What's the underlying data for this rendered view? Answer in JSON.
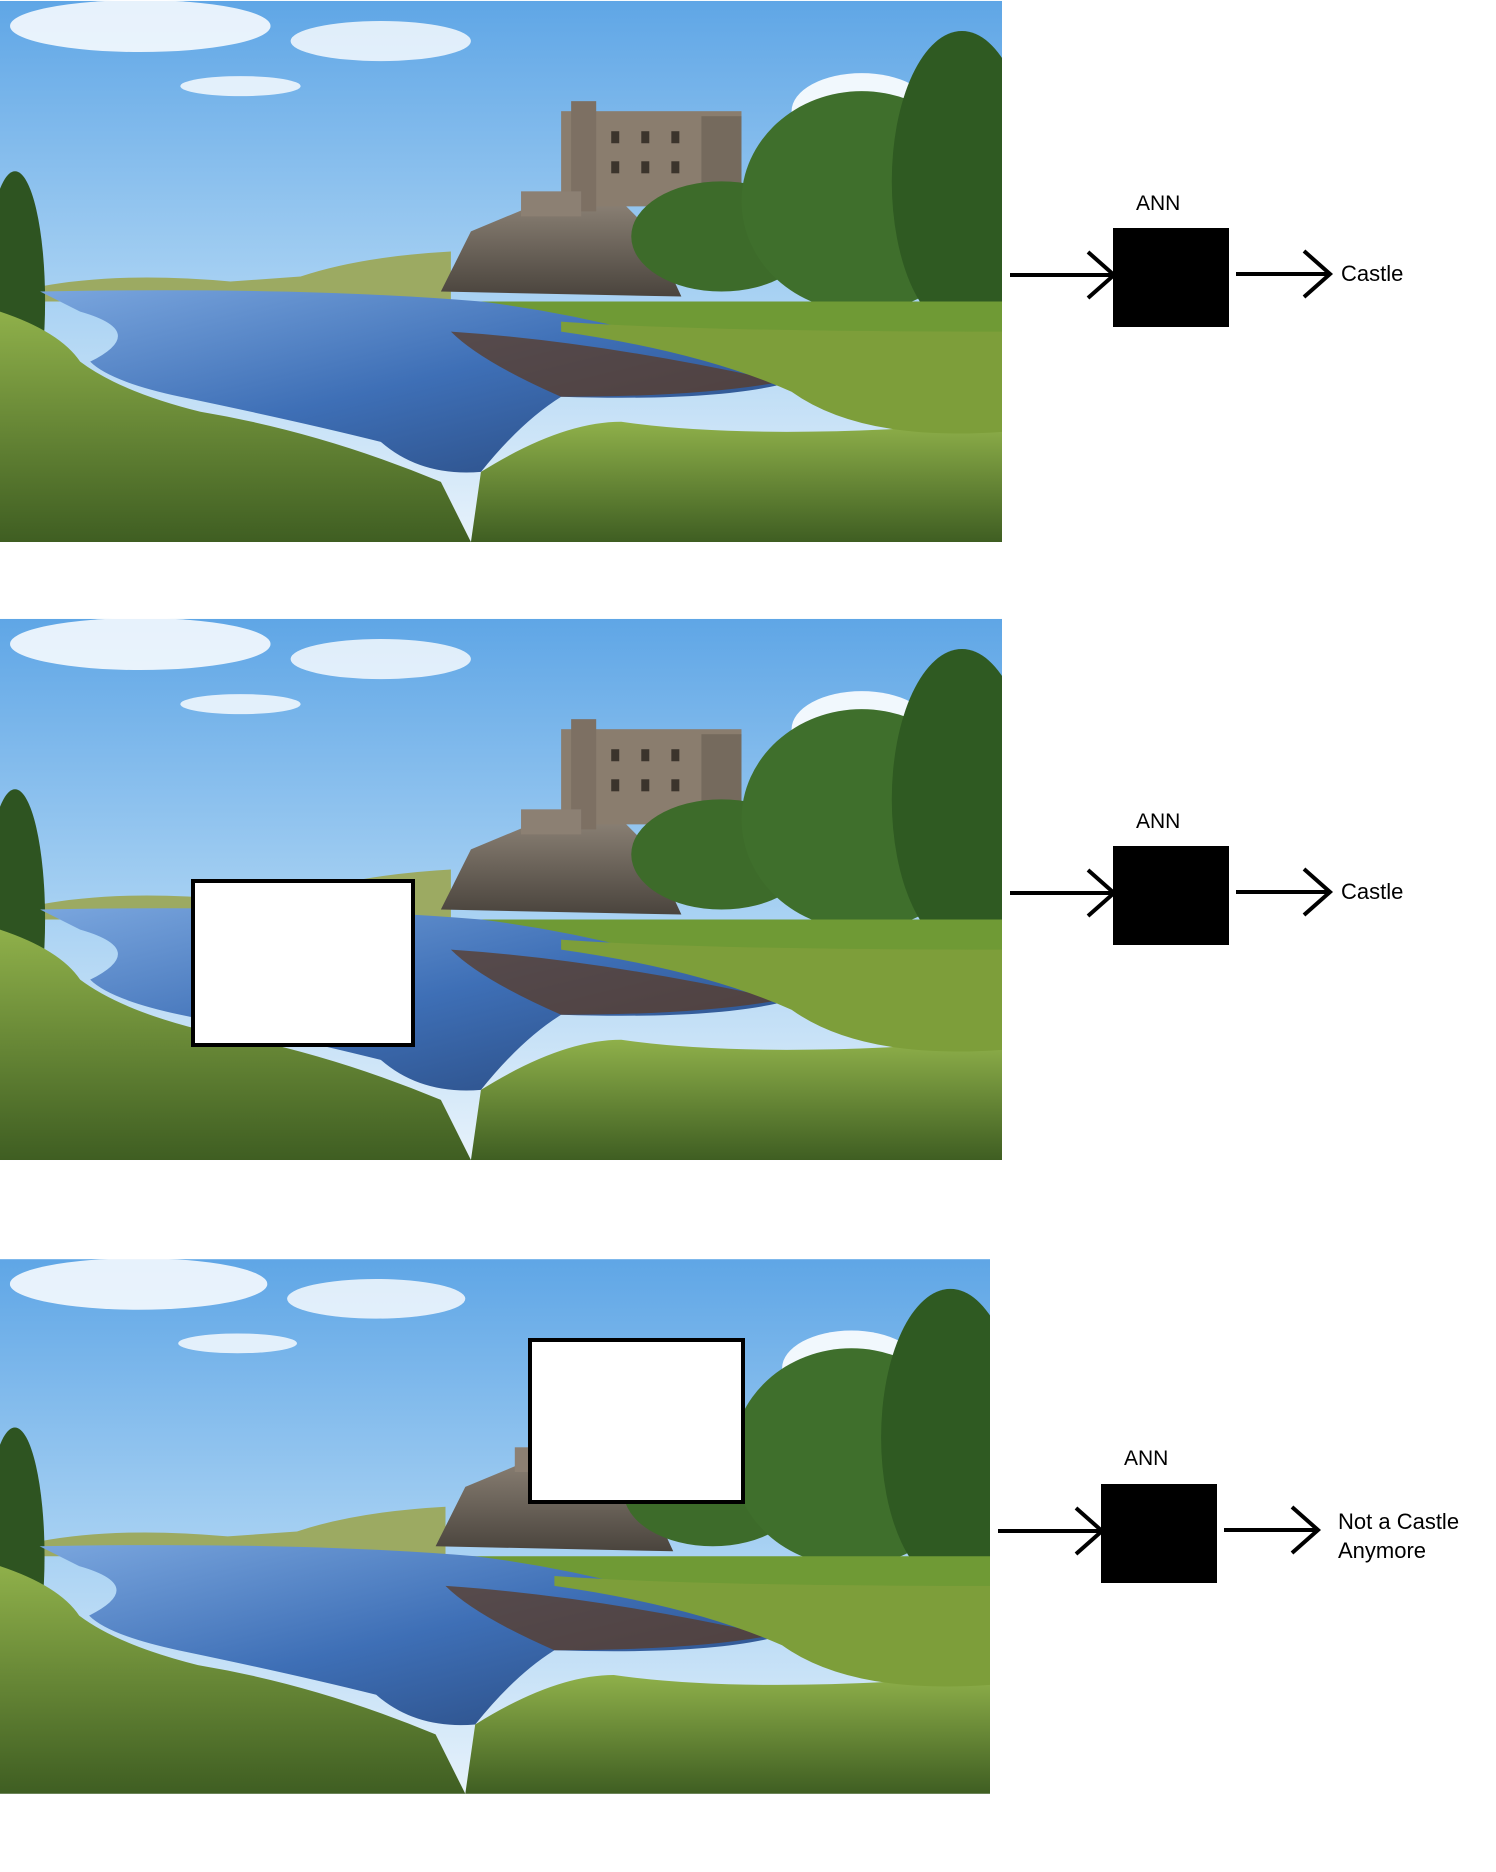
{
  "rows": [
    {
      "model_label": "ANN",
      "output": "Castle",
      "occluder": "none"
    },
    {
      "model_label": "ANN",
      "output": "Castle",
      "occluder": "white box over the lake"
    },
    {
      "model_label": "ANN",
      "output": "Not a Castle\nAnymore",
      "occluder": "white box over the castle"
    }
  ],
  "colors": {
    "sky": "#8fc3ee",
    "water": "#4f7fc2",
    "grass": "#6f9a35",
    "castle": "#8a7d6e",
    "network_box": "#000000"
  }
}
